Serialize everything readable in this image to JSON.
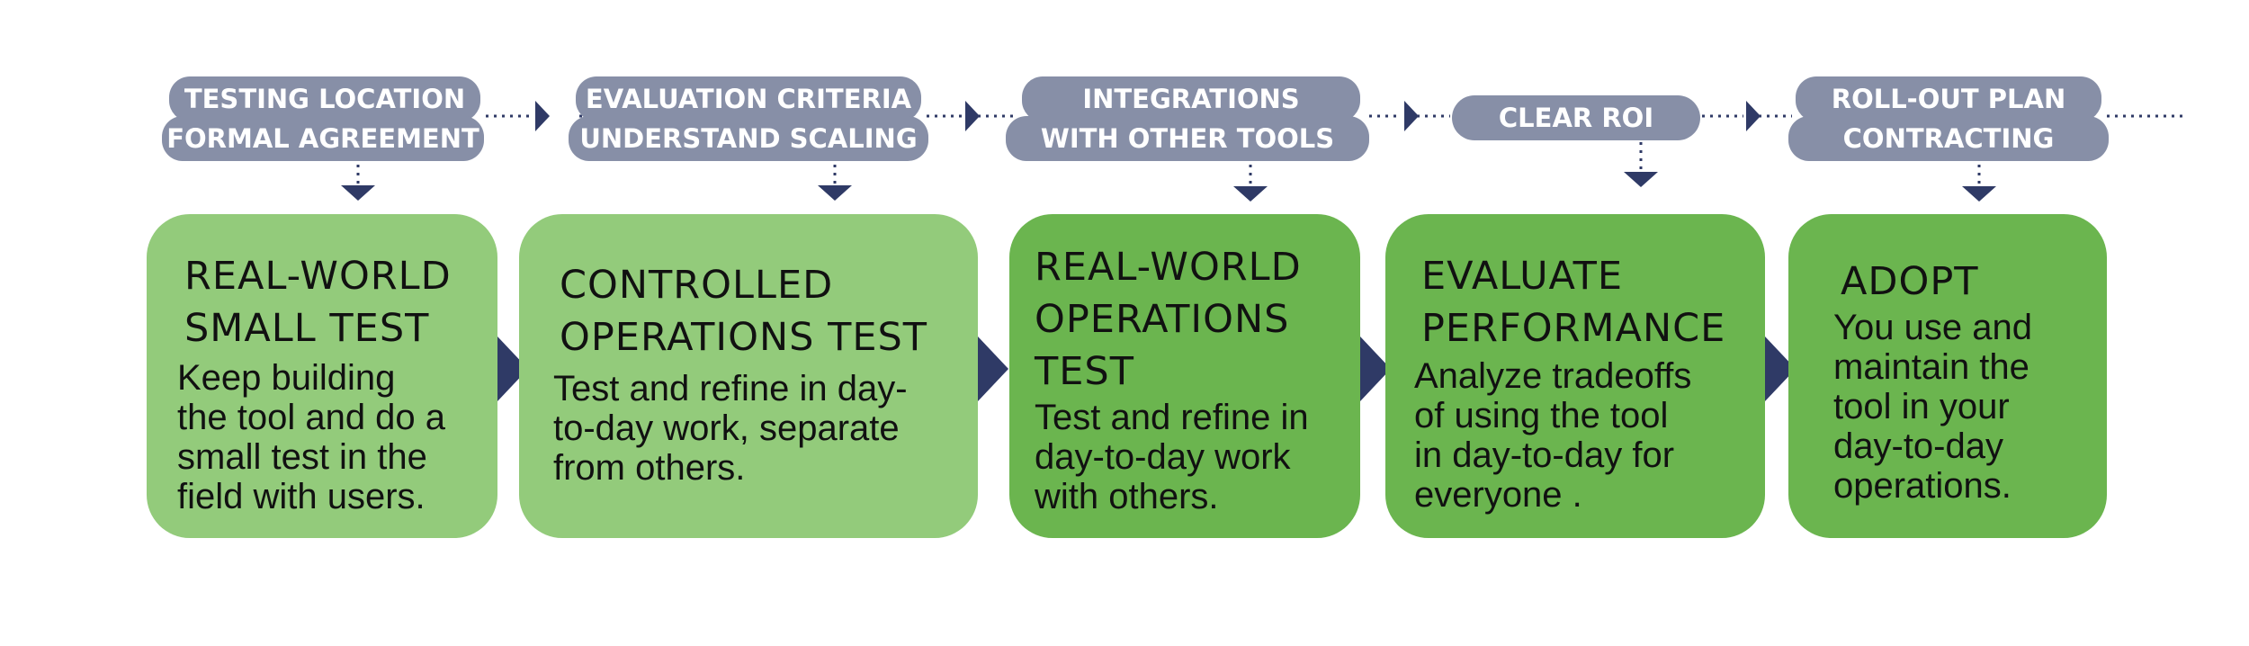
{
  "colors": {
    "pill": "#878fa7",
    "connector": "#2f3a66",
    "stage_light": "#93cb7b",
    "stage_dark": "#6bb54f",
    "stage_text": "#111111"
  },
  "milestones": [
    {
      "line1": "TESTING LOCATION",
      "line2": "FORMAL AGREEMENT"
    },
    {
      "line1": "EVALUATION CRITERIA",
      "line2": "UNDERSTAND SCALING"
    },
    {
      "line1": "INTEGRATIONS",
      "line2": "WITH OTHER TOOLS"
    },
    {
      "line1": "CLEAR ROI"
    },
    {
      "line1": "ROLL-OUT PLAN",
      "line2": "CONTRACTING"
    }
  ],
  "stages": [
    {
      "title": "REAL-WORLD\nSMALL TEST",
      "description": "Keep building\nthe tool and do a\nsmall test in the\nfield with users."
    },
    {
      "title": "CONTROLLED\nOPERATIONS TEST",
      "description": "Test and refine in day-\nto-day work, separate\nfrom others."
    },
    {
      "title": "REAL-WORLD\nOPERATIONS\nTEST",
      "description": "Test and refine in\nday-to-day work\nwith others."
    },
    {
      "title": "EVALUATE\nPERFORMANCE",
      "description": "Analyze tradeoffs\nof using the tool\nin day-to-day for\neveryone ."
    },
    {
      "title": "ADOPT",
      "description": "You use and\nmaintain the\ntool in your\nday-to-day\noperations."
    }
  ]
}
